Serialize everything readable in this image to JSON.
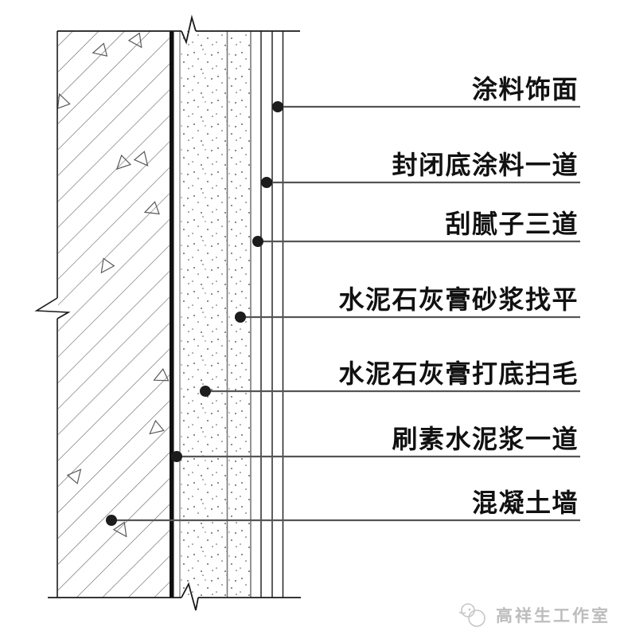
{
  "drawing": {
    "labels": [
      {
        "id": "paint-finish",
        "text": "涂料饰面"
      },
      {
        "id": "sealing-primer",
        "text": "封闭底涂料一道"
      },
      {
        "id": "putty-coats",
        "text": "刮腻子三道"
      },
      {
        "id": "mortar-leveling",
        "text": "水泥石灰膏砂浆找平"
      },
      {
        "id": "base-roughening",
        "text": "水泥石灰膏打底扫毛"
      },
      {
        "id": "cement-slurry",
        "text": "刷素水泥浆一道"
      },
      {
        "id": "concrete-wall",
        "text": "混凝土墙"
      }
    ]
  },
  "watermark": {
    "text": "高祥生工作室"
  },
  "colors": {
    "line_dark": "#1a1a1a",
    "line_gray": "#808080",
    "hatch": "#6a6a6a",
    "leader": "#555555",
    "dot": "#1c1c1c",
    "watermark": "#bdbdbd",
    "background": "#ffffff"
  }
}
